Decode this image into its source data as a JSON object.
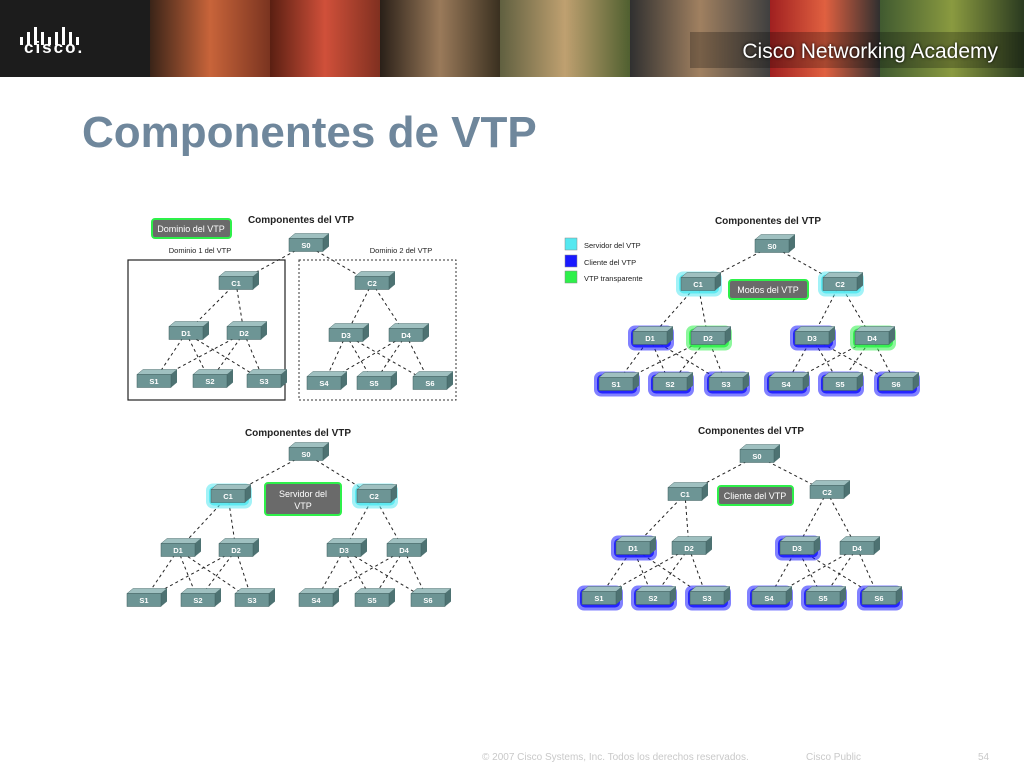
{
  "header": {
    "logo_text": "cisco.",
    "academy": "Cisco Networking Academy"
  },
  "page_title": "Componentes de VTP",
  "d1": {
    "title": "Componentes del VTP",
    "domain_box": "Dominio del VTP",
    "domain1": "Dominio 1 del VTP",
    "domain2": "Dominio 2 del VTP"
  },
  "d2": {
    "title": "Componentes del VTP",
    "legend": [
      "Servidor del VTP",
      "Cliente del VTP",
      "VTP transparente"
    ],
    "mode_box": "Modos del VTP",
    "colors": {
      "server": "#55e8f0",
      "client": "#1a1aff",
      "transparent": "#2ef04a"
    }
  },
  "d3": {
    "title": "Componentes del VTP",
    "server_box_lines": [
      "Servidor del",
      "VTP"
    ]
  },
  "d4": {
    "title": "Componentes del VTP",
    "client_box": "Cliente del VTP"
  },
  "switches": {
    "root": "S0",
    "core": [
      "C1",
      "C2"
    ],
    "dist": [
      "D1",
      "D2",
      "D3",
      "D4"
    ],
    "access": [
      "S1",
      "S2",
      "S3",
      "S4",
      "S5",
      "S6"
    ]
  },
  "footer": {
    "copyright": "© 2007 Cisco Systems, Inc. Todos los derechos reservados.",
    "classification": "Cisco Public",
    "page": "54"
  }
}
